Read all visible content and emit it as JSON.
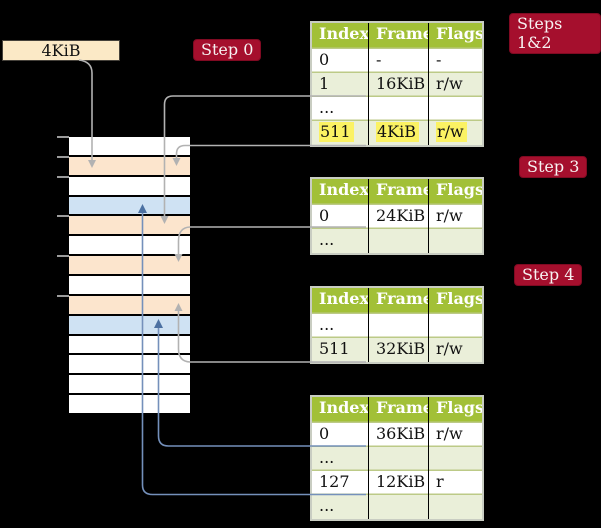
{
  "colors": {
    "background": "#000000",
    "table_header_green": "#a2c037",
    "table_row_green": "#eaefd9",
    "highlight_yellow": "#fbf263",
    "label_crimson": "#a50f2d",
    "frame_box_wheat": "#fbe9c6",
    "stack_peach": "#fce5cd",
    "stack_blue": "#cfe2f3",
    "arrow_gray": "#b2b2b2",
    "arrow_blue": "#7490bb",
    "arrowhead_blue": "#4c71a2"
  },
  "frame_box": {
    "label": "4KiB"
  },
  "step_labels": {
    "step0": "Step 0",
    "steps12": "Steps 1&2",
    "step3": "Step 3",
    "step4": "Step 4"
  },
  "memory_stack": {
    "rows": [
      "white",
      "peach",
      "white",
      "blue",
      "peach",
      "white",
      "peach",
      "white",
      "peach",
      "blue",
      "white",
      "white",
      "white",
      "white"
    ],
    "tick_rows": [
      0,
      1,
      2,
      4,
      6,
      8
    ]
  },
  "tables": [
    {
      "name": "page-table-1",
      "headers": [
        "Index",
        "Frame",
        "Flags"
      ],
      "rows": [
        {
          "cells": [
            "0",
            "-",
            "-"
          ]
        },
        {
          "cells": [
            "1",
            "16KiB",
            "r/w"
          ]
        },
        {
          "cells": [
            "...",
            "",
            ""
          ]
        },
        {
          "cells": [
            "511",
            "4KiB",
            "r/w"
          ],
          "highlight": true
        }
      ]
    },
    {
      "name": "page-table-2",
      "headers": [
        "Index",
        "Frame",
        "Flags"
      ],
      "rows": [
        {
          "cells": [
            "0",
            "24KiB",
            "r/w"
          ]
        },
        {
          "cells": [
            "...",
            "",
            ""
          ]
        }
      ]
    },
    {
      "name": "page-table-3",
      "headers": [
        "Index",
        "Frame",
        "Flags"
      ],
      "rows": [
        {
          "cells": [
            "...",
            "",
            ""
          ]
        },
        {
          "cells": [
            "511",
            "32KiB",
            "r/w"
          ]
        }
      ]
    },
    {
      "name": "page-table-4",
      "headers": [
        "Index",
        "Frame",
        "Flags"
      ],
      "rows": [
        {
          "cells": [
            "0",
            "36KiB",
            "r/w"
          ]
        },
        {
          "cells": [
            "...",
            "",
            ""
          ]
        },
        {
          "cells": [
            "127",
            "12KiB",
            "r"
          ]
        },
        {
          "cells": [
            "...",
            "",
            ""
          ]
        }
      ]
    }
  ]
}
